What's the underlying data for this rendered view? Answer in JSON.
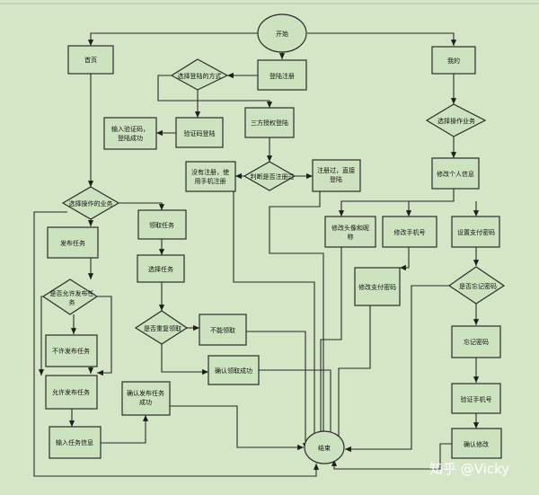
{
  "nodes": {
    "start": "开始",
    "home": "首页",
    "login_method": "选择登陆的方式",
    "login_register": "登陆注册",
    "mine": "我的",
    "code_result_1": "输入验证码，",
    "code_result_2": "登陆成功",
    "code_login": "验证码登陆",
    "third_party": "三方授权登陆",
    "select_business": "选择操作业务",
    "no_register_1": "没有注册，使",
    "no_register_2": "用手机注册",
    "judge_register": "判断是否注册过",
    "registered_1": "注册过，直接",
    "registered_2": "登陆",
    "modify_info": "修改个人信息",
    "choose_business": "选择操作的业务",
    "claim_task": "领取任务",
    "modify_avatar_1": "修改头像和昵",
    "modify_avatar_2": "称",
    "modify_phone": "修改手机号",
    "set_pay_pwd": "设置支付密码",
    "publish_task": "发布任务",
    "select_task": "选择任务",
    "modify_pay_pwd": "修改支付密码",
    "forgot_pwd_q": "是否忘记密码",
    "allow_publish_q_1": "是否允许发布任",
    "allow_publish_q_2": "务",
    "repeat_claim_q": "是否重复领取",
    "cannot_claim": "不能领取",
    "forgot_pwd": "忘记密码",
    "not_allowed": "不许发布任务",
    "confirm_claim": "确认领取成功",
    "allowed": "允许发布任务",
    "confirm_publish_1": "确认发布任务",
    "confirm_publish_2": "成功",
    "verify_phone": "验证手机号",
    "input_task_info": "输入任务信息",
    "confirm_modify": "确认修改",
    "end": "结束"
  },
  "watermark": "知乎 @Vicky",
  "colors": {
    "background": "#d4e6c6",
    "node_fill": "#cde2bf",
    "stroke": "#2c2c2c"
  }
}
